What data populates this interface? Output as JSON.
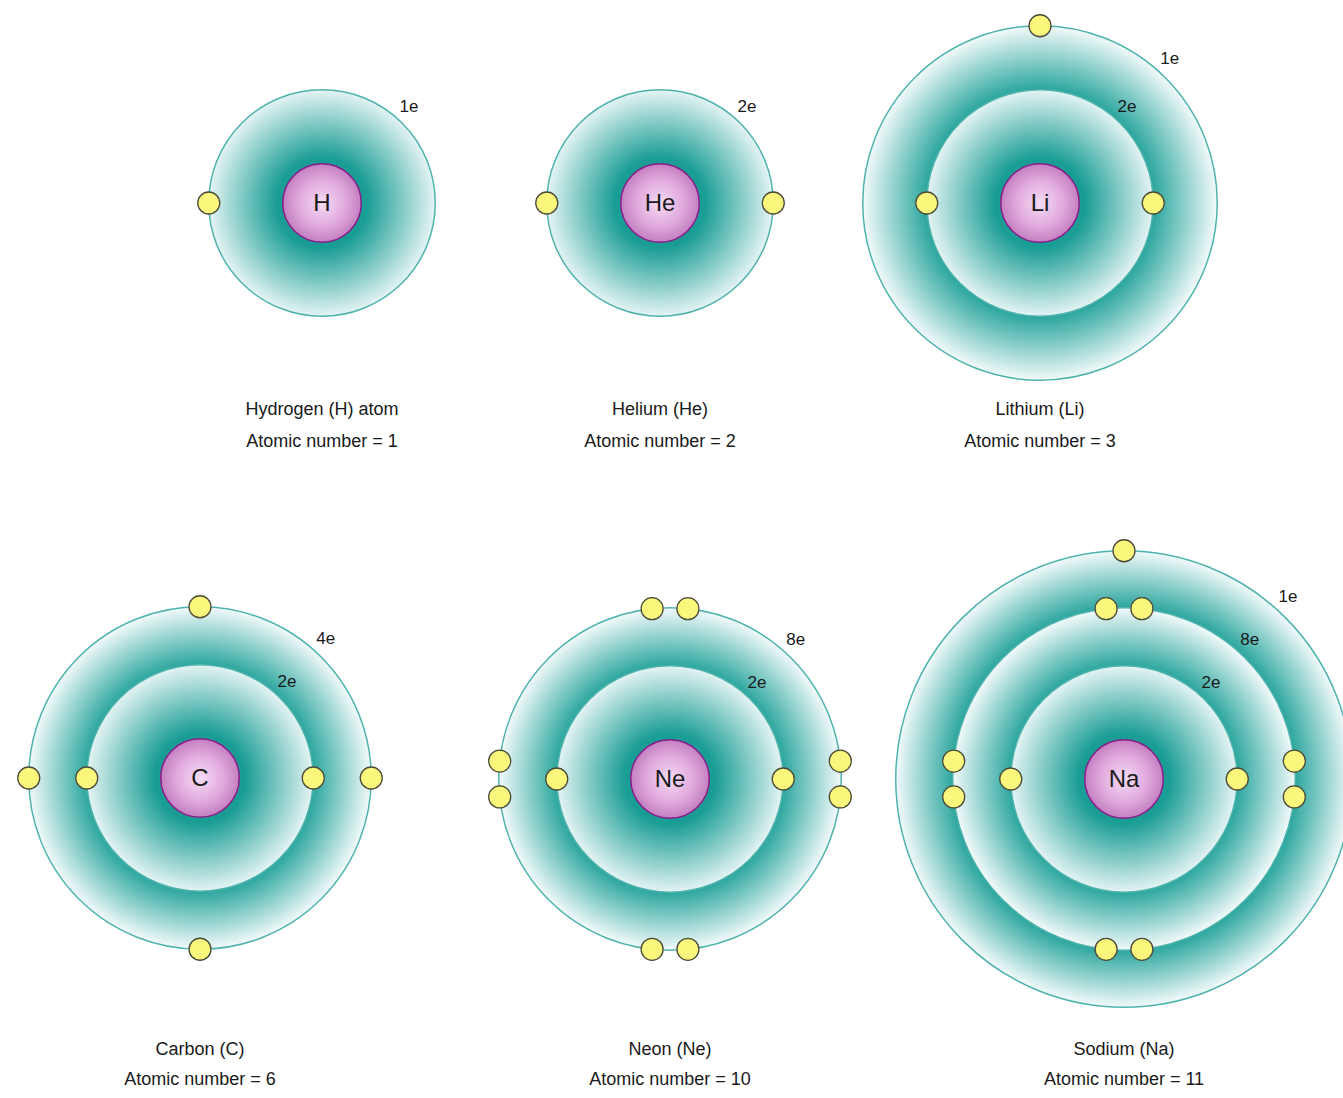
{
  "diagram": {
    "nodes": [
      {
        "text": [
          "1e"
        ]
      },
      {
        "text": [
          "H"
        ],
        "in": 0
      },
      {
        "text": [
          "2e"
        ]
      },
      {
        "text": [
          "He"
        ],
        "in": 2
      },
      {
        "text": [
          "1e"
        ]
      },
      {
        "text": [
          "2e"
        ],
        "in": 4
      },
      {
        "text": [
          "Li"
        ],
        "in": 5
      },
      {
        "text": [
          "4e"
        ]
      },
      {
        "text": [
          "2e"
        ],
        "in": 7
      },
      {
        "text": [
          "C"
        ],
        "in": 8
      },
      {
        "text": [
          "8e"
        ]
      },
      {
        "text": [
          "2e"
        ],
        "in": 10
      },
      {
        "text": [
          "Ne"
        ],
        "in": 11
      },
      {
        "text": [
          "1e"
        ]
      },
      {
        "text": [
          "8e"
        ],
        "in": 13
      },
      {
        "text": [
          "2e"
        ],
        "in": 14
      },
      {
        "text": [
          "Na"
        ],
        "in": 15
      }
    ],
    "labels": [
      "Hydrogen (H) atom",
      "Atomic number = 1",
      "Helium (He)",
      "Atomic number = 2",
      "Lithium (Li)",
      "Atomic number = 3",
      "Carbon (C)",
      "Atomic number = 6",
      "Neon (Ne)",
      "Atomic number = 10",
      "Sodium (Na)",
      "Atomic number = 11"
    ]
  }
}
